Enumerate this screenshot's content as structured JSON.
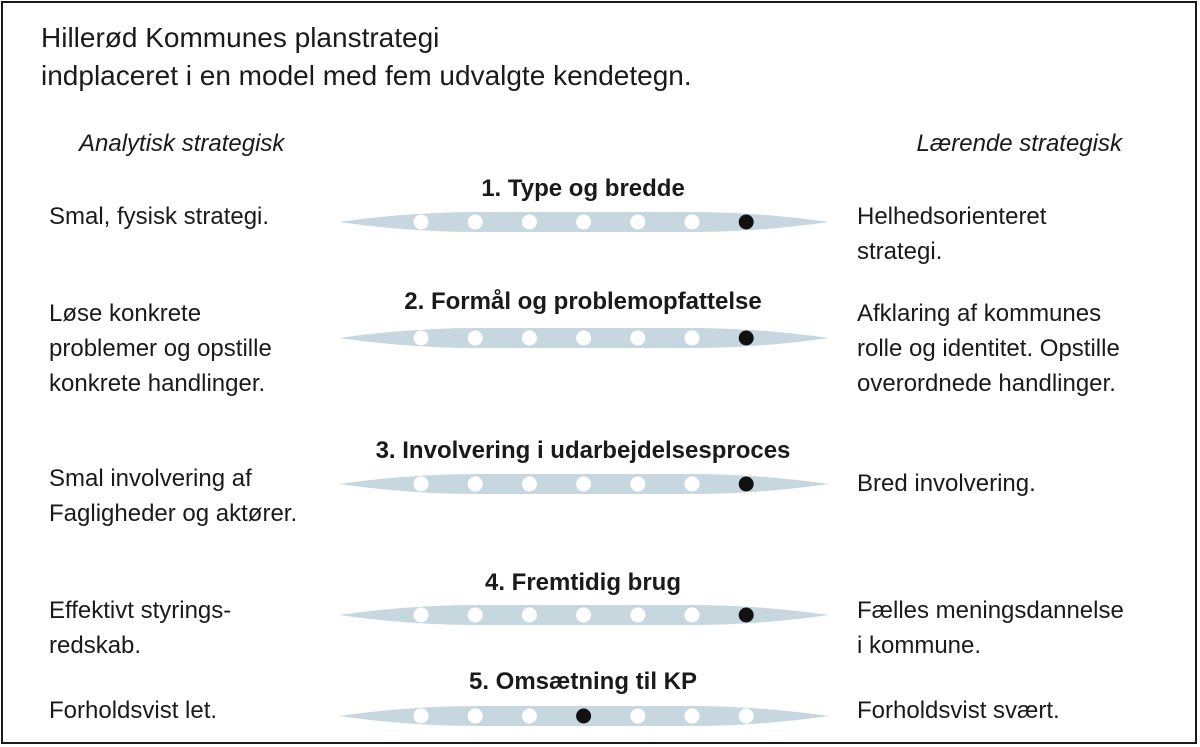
{
  "title": {
    "line1": "Hillerød Kommunes planstrategi",
    "line2": "indplaceret i en model med fem udvalgte kendetegn."
  },
  "poles": {
    "left": "Analytisk strategisk",
    "right": "Lærende strategisk"
  },
  "scale_points": 7,
  "colors": {
    "bar": "#c7d7df",
    "empty_dot": "#ffffff",
    "filled_dot": "#111111",
    "text": "#1a1a1a",
    "border": "#1a1a1a"
  },
  "criteria": [
    {
      "title": "1. Type og bredde",
      "left": [
        "Smal, fysisk strategi."
      ],
      "right": [
        "Helhedsorienteret",
        "strategi."
      ],
      "selected": 7
    },
    {
      "title": "2. Formål og problemopfattelse",
      "left": [
        "Løse konkrete",
        "problemer og opstille",
        "konkrete handlinger."
      ],
      "right": [
        "Afklaring af kommunes",
        "rolle og identitet. Opstille",
        "overordnede handlinger."
      ],
      "selected": 7
    },
    {
      "title": "3. Involvering i udarbejdelsesproces",
      "left": [
        "Smal involvering af",
        "Fagligheder og aktører."
      ],
      "right": [
        "Bred involvering."
      ],
      "selected": 7
    },
    {
      "title": "4. Fremtidig brug",
      "left": [
        "Effektivt styrings-",
        "redskab."
      ],
      "right": [
        "Fælles meningsdannelse",
        "i kommune."
      ],
      "selected": 7
    },
    {
      "title": "5. Omsætning til KP",
      "left": [
        "Forholdsvist let."
      ],
      "right": [
        "Forholdsvist svært."
      ],
      "selected": 4
    }
  ]
}
